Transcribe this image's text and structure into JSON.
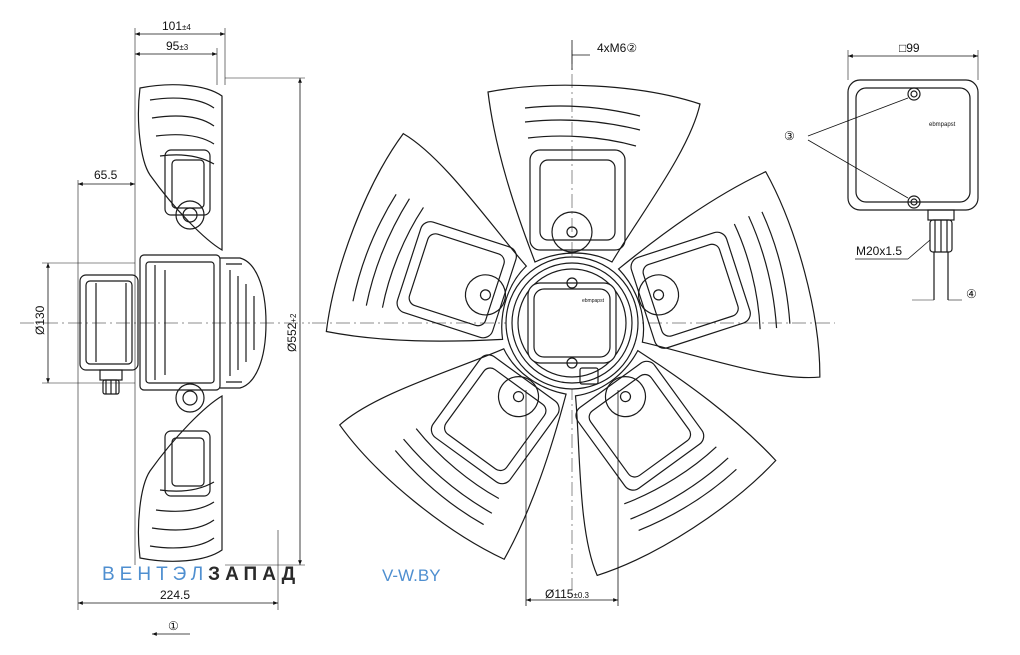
{
  "dimensions": {
    "width_101": "101",
    "width_101_tol": "±4",
    "width_95": "95",
    "width_95_tol": "±3",
    "offset_65": "65.5",
    "dia_130": "Ø130",
    "dia_552": "Ø552",
    "dia_552_tol": "+2",
    "length_224": "224.5",
    "holes": "4xM6",
    "holes_ref": "②",
    "hub_dia": "Ø115",
    "hub_dia_tol": "±0.3",
    "box_size": "□99",
    "box_ref": "③",
    "gland": "M20x1.5",
    "cable_ref": "④",
    "airflow_ref": "①"
  },
  "labels": {
    "brand_box": "ebmpapst",
    "brand_hub": "ebmpapst"
  },
  "watermark": {
    "part_a": "ВЕНТЭЛ",
    "part_b": "ЗАПАД",
    "site": "V-W.BY"
  },
  "colors": {
    "line": "#1a1a1a",
    "watermark_blue": "#4f8fd0",
    "watermark_dark": "#2a2a2a"
  }
}
